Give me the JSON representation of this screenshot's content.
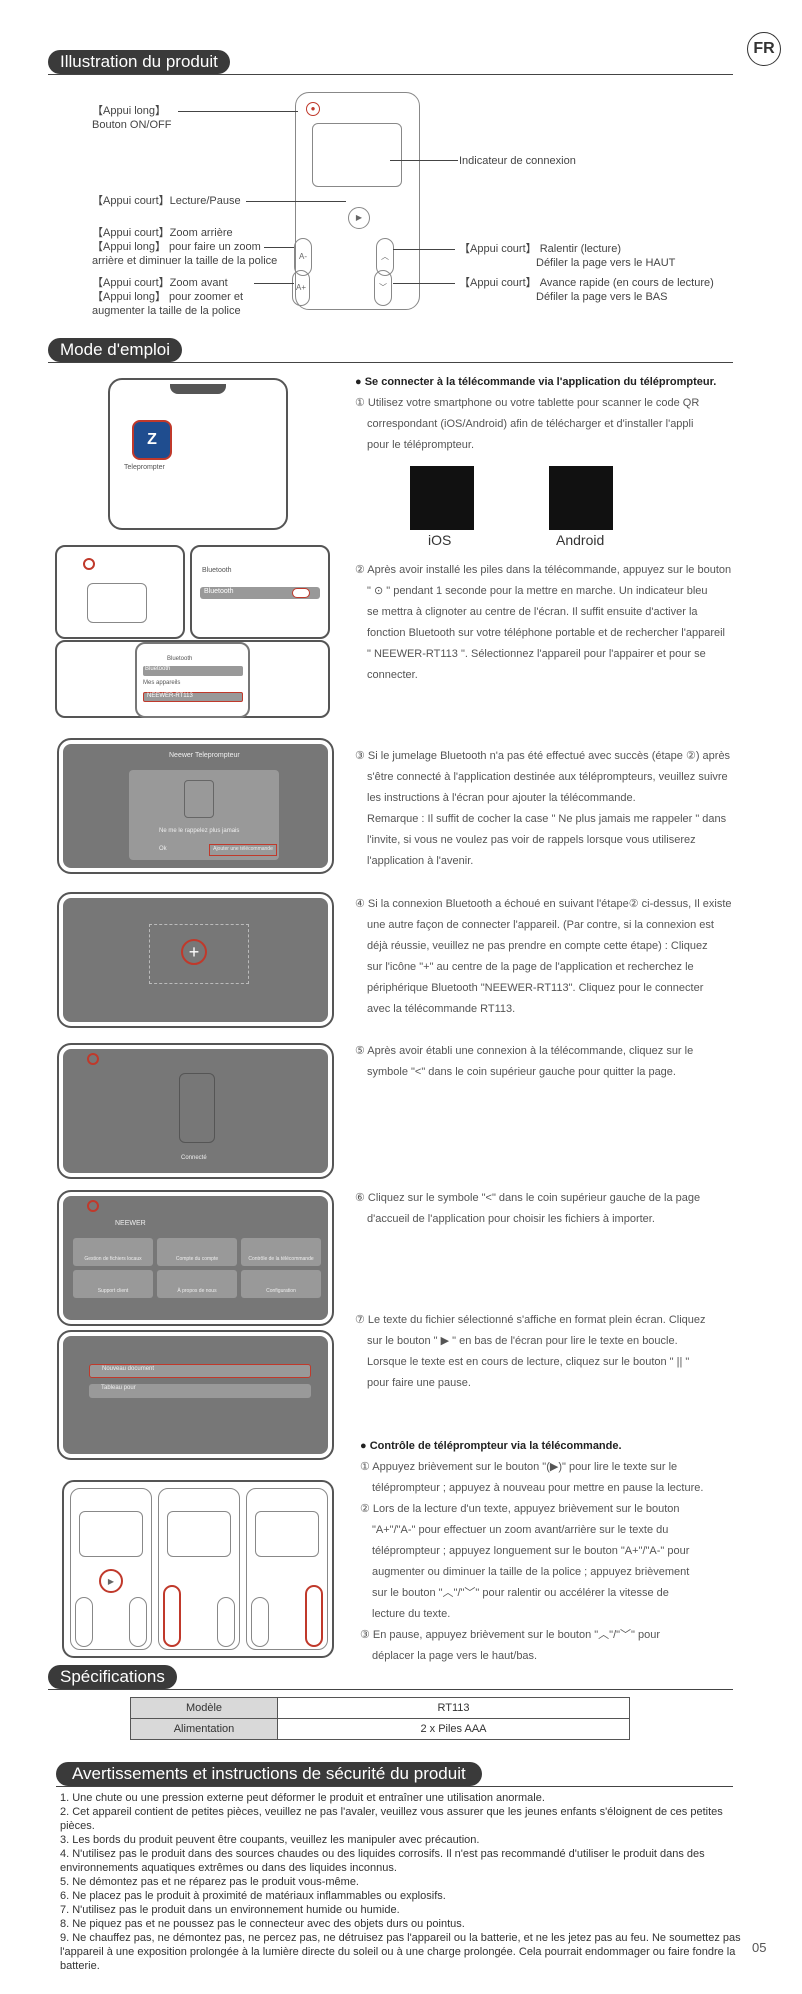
{
  "lang_badge": "FR",
  "sections": {
    "illustration": "Illustration du produit",
    "mode": "Mode d'emploi",
    "specs": "Spécifications",
    "warnings": "Avertissements et instructions de sécurité du produit"
  },
  "diagram": {
    "power_l1": "【Appui long】",
    "power_l2": "Bouton ON/OFF",
    "indicator": "Indicateur de connexion",
    "play": "【Appui court】Lecture/Pause",
    "zoomout_l1": "【Appui court】Zoom arrière",
    "zoomout_l2": "【Appui long】 pour faire un zoom",
    "zoomout_l3": "arrière et diminuer la taille de la police",
    "zoomin_l1": "【Appui court】Zoom avant",
    "zoomin_l2": "【Appui long】 pour zoomer et",
    "zoomin_l3": "augmenter la taille de la police",
    "up_l1": "【Appui court】 Ralentir (lecture)",
    "up_l2": "Défiler la page vers le HAUT",
    "down_l1": "【Appui court】 Avance rapide (en cours de lecture)",
    "down_l2": "Défiler la page vers le BAS"
  },
  "steps": {
    "connect_title": "Se connecter à la télécommande via l'application du téléprompteur.",
    "s1": [
      "① Utilisez votre smartphone ou votre tablette pour scanner le code QR",
      "correspondant (iOS/Android) afin de télécharger et d'installer l'appli",
      "pour le téléprompteur."
    ],
    "ios": "iOS",
    "android": "Android",
    "s2": [
      "② Après avoir installé les piles dans la télécommande, appuyez sur le bouton",
      "\" ⊙ \" pendant 1 seconde pour la mettre en marche.  Un indicateur bleu",
      "se mettra à clignoter au centre de l'écran.  Il suffit ensuite d'activer la",
      "fonction Bluetooth sur votre téléphone portable et de rechercher l'appareil",
      "\" NEEWER-RT113 \".  Sélectionnez l'appareil pour l'appairer et pour se",
      "connecter."
    ],
    "s3": [
      "③ Si le jumelage Bluetooth n'a pas été effectué avec succès (étape ②) après",
      "s'être connecté à l'application destinée aux téléprompteurs, veuillez suivre",
      "les instructions à l'écran pour ajouter la télécommande.",
      "Remarque :  Il suffit de cocher la case \" Ne plus jamais me rappeler \" dans",
      "l'invite, si vous ne voulez pas voir de rappels lorsque vous utiliserez",
      "l'application à l'avenir."
    ],
    "s4": [
      "④ Si la connexion Bluetooth a échoué en suivant l'étape② ci-dessus, Il existe",
      "une autre façon de connecter l'appareil.  (Par contre, si la connexion est",
      "déjà réussie, veuillez ne pas prendre en compte cette étape) : Cliquez",
      "sur l'icône \"+\" au centre de la page de l'application et recherchez le",
      "périphérique Bluetooth \"NEEWER-RT113\".  Cliquez pour le connecter",
      "avec la télécommande RT113."
    ],
    "s5": [
      "⑤ Après avoir établi une connexion à la télécommande, cliquez sur le",
      "symbole \"<\" dans le coin supérieur gauche pour quitter la page."
    ],
    "s6": [
      "⑥ Cliquez sur le symbole \"<\" dans le coin supérieur gauche de la page",
      "d'accueil de l'application pour choisir les fichiers à importer."
    ],
    "s7": [
      "⑦ Le texte du fichier sélectionné s'affiche en format plein écran. Cliquez",
      "sur le bouton \" ▶ \" en bas de l'écran pour lire le texte en boucle.",
      "Lorsque le texte est en cours de lecture, cliquez sur le bouton \" || \"",
      "pour faire une pause."
    ],
    "control_title": "Contrôle de téléprompteur via la télécommande.",
    "c1": [
      "① Appuyez brièvement sur le bouton \"(▶)\" pour lire le texte sur le",
      "téléprompteur ; appuyez à nouveau pour mettre en pause la lecture."
    ],
    "c2": [
      "② Lors de la lecture d'un texte, appuyez brièvement sur le bouton",
      "\"A+\"/\"A-\" pour effectuer un zoom avant/arrière sur le texte du",
      "téléprompteur ; appuyez longuement sur le bouton \"A+\"/\"A-\" pour",
      "augmenter ou diminuer la taille de la police ; appuyez brièvement",
      "sur le bouton \"︿\"/\"﹀\" pour ralentir ou accélérer la vitesse de",
      "lecture du texte."
    ],
    "c3": [
      "③ En pause, appuyez brièvement sur le bouton \"︿\"/\"﹀\" pour",
      "déplacer la page vers le haut/bas."
    ]
  },
  "mock": {
    "app_name": "Teleprompter",
    "bt_title": "Bluetooth",
    "bt_label": "Bluetooth",
    "my_devices": "Mes appareils",
    "device": "NEEWER-RT113",
    "status": "Connecté",
    "dialog_title": "Neewer Teleprompteur",
    "dont_remind": "Ne me le rappelez plus jamais",
    "btn_cancel": "Ok",
    "btn_add": "Ajouter une télécommande",
    "connected": "Connecté",
    "brand": "NEEWER",
    "tiles": [
      "Gestion de fichiers locaux",
      "Compte du compte",
      "Contrôle de la télécommande",
      "Support client",
      "À propos de nous",
      "Configuration"
    ],
    "file1": "Nouveau document",
    "file2": "Tableau pour"
  },
  "specs": [
    {
      "key": "Modèle",
      "value": "RT113"
    },
    {
      "key": "Alimentation",
      "value": "2 x Piles AAA"
    }
  ],
  "warnings": [
    "1. Une chute ou une pression externe peut déformer le produit et entraîner une utilisation anormale.",
    "2. Cet appareil contient de petites pièces, veuillez ne pas l'avaler, veuillez vous assurer que les jeunes enfants s'éloignent de ces petites pièces.",
    "3. Les bords du produit peuvent être coupants, veuillez les manipuler avec précaution.",
    "4. N'utilisez pas le produit dans des sources chaudes ou des liquides corrosifs. Il n'est pas recommandé d'utiliser le produit dans des environnements aquatiques extrêmes ou dans des liquides inconnus.",
    "5. Ne démontez pas et ne réparez pas le produit vous-même.",
    "6. Ne placez pas le produit à proximité de matériaux inflammables ou explosifs.",
    "7. N'utilisez pas le produit dans un environnement humide ou humide.",
    "8. Ne piquez pas et ne poussez pas le connecteur avec des objets durs ou pointus.",
    "9. Ne chauffez pas, ne démontez pas, ne percez pas, ne détruisez pas l'appareil ou la batterie, et ne les jetez pas au feu. Ne soumettez pas l'appareil à une exposition prolongée à la lumière directe du soleil ou à une charge prolongée. Cela pourrait endommager ou faire fondre la batterie."
  ],
  "page_number": "05"
}
